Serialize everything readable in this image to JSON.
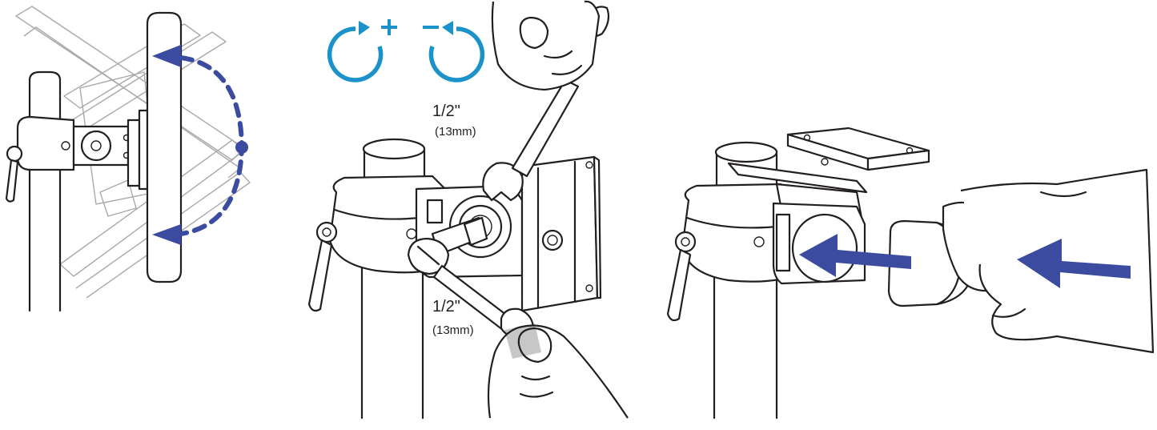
{
  "wrench_labels": {
    "top": {
      "size": "1/2\"",
      "metric": "(13mm)"
    },
    "bottom": {
      "size": "1/2\"",
      "metric": "(13mm)"
    }
  },
  "rotation_symbols": {
    "tighten": "+",
    "loosen": "−"
  },
  "colors": {
    "arrow_blue": "#3a4ba0",
    "rotation_blue": "#1b92c9",
    "line": "#231f20",
    "ghost": "#a7a9ac"
  },
  "icons": [
    "rotate-clockwise-plus-icon",
    "rotate-counterclockwise-minus-icon",
    "dashed-rotate-arrow-icon",
    "push-arrow-icon"
  ]
}
